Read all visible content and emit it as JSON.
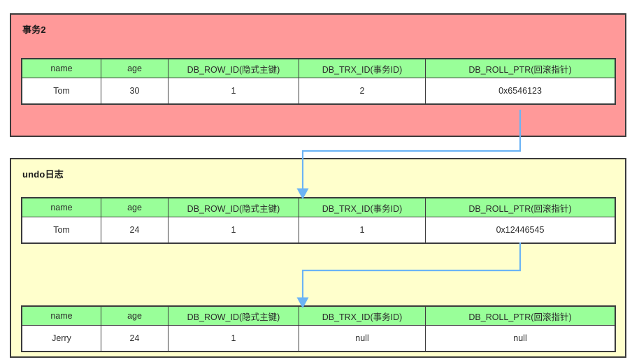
{
  "diagram": {
    "title_tx2": "事务2",
    "title_undo": "undo日志",
    "colors": {
      "panel_tx2_bg": "#FF9999",
      "panel_undo_bg": "#FFFFCC",
      "table_header_bg": "#99FF99",
      "table_body_bg": "#FFFFFF",
      "border": "#3B3B3B",
      "arrow": "#6CB4F5"
    },
    "columns": [
      "name",
      "age",
      "DB_ROW_ID(隐式主键)",
      "DB_TRX_ID(事务ID)",
      "DB_ROLL_PTR(回滚指针)"
    ],
    "tables": [
      {
        "id": "tx2-record",
        "panel": "事务2",
        "row": [
          "Tom",
          "30",
          "1",
          "2",
          "0x6546123"
        ]
      },
      {
        "id": "undo-record-1",
        "panel": "undo日志",
        "row": [
          "Tom",
          "24",
          "1",
          "1",
          "0x12446545"
        ]
      },
      {
        "id": "undo-record-2",
        "panel": "undo日志",
        "row": [
          "Jerry",
          "24",
          "1",
          "null",
          "null"
        ]
      }
    ],
    "arrows": [
      {
        "name": "rollptr-link-tx2-to-undo1",
        "from": "事务2 / DB_ROLL_PTR(回滚指针) = 0x6546123",
        "to": "undo日志 / 第一条记录"
      },
      {
        "name": "rollptr-link-undo1-to-undo2",
        "from": "undo日志 / DB_ROLL_PTR(回滚指针) = 0x12446545",
        "to": "undo日志 / 第二条记录"
      }
    ]
  }
}
